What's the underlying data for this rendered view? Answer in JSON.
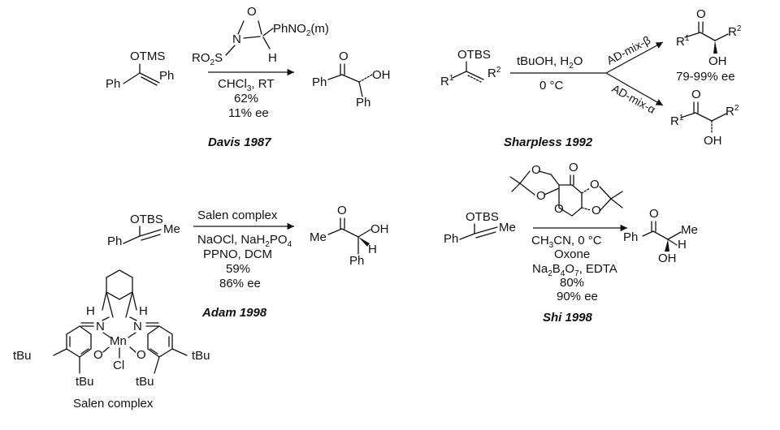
{
  "schemes": [
    {
      "caption": "Davis 1987",
      "sm_otms": "OTMS",
      "sm_ph1": "Ph",
      "sm_ph2": "Ph",
      "reagent_r": "RO",
      "reagent_r_sub": "2",
      "reagent_s": "S",
      "reagent_n": "N",
      "reagent_o": "O",
      "reagent_ph": "PhNO",
      "reagent_ph_sub": "2",
      "reagent_ph_tail": "(m)",
      "reagent_h": "H",
      "conditions": [
        "CHCl3, RT",
        "62%",
        "11% ee"
      ],
      "product_o": "O",
      "product_ph": "Ph",
      "product_oh": "OH",
      "product_ph2": "Ph"
    },
    {
      "caption": "Sharpless 1992",
      "sm_otbs": "OTBS",
      "sm_r1": "R",
      "sm_r1_sup": "1",
      "sm_r2": "R",
      "sm_r2_sup": "2",
      "conditions_top": "tBuOH, H2O",
      "conditions_bottom": "0 °C",
      "branch_top": "AD-mix-β",
      "branch_bottom": "AD-mix-α",
      "product_top": {
        "o": "O",
        "r1": "R",
        "r1_sup": "1",
        "r2": "R",
        "r2_sup": "2",
        "oh": "OH",
        "ee": "79-99% ee"
      },
      "product_bottom": {
        "o": "O",
        "r1": "R",
        "r1_sup": "1",
        "r2": "R",
        "r2_sup": "2",
        "oh": "OH"
      }
    },
    {
      "caption": "Adam 1998",
      "sm_otbs": "OTBS",
      "sm_ph": "Ph",
      "sm_me": "Me",
      "reagent": "Salen complex",
      "conditions": [
        "NaOCl, NaH2PO4",
        "PPNO, DCM",
        "59%",
        "86% ee"
      ],
      "product_o": "O",
      "product_me": "Me",
      "product_oh": "OH",
      "product_h": "H",
      "product_ph": "Ph"
    },
    {
      "caption": "Shi 1998",
      "sm_otbs": "OTBS",
      "sm_ph": "Ph",
      "sm_me": "Me",
      "catalyst_o": "O",
      "conditions": [
        "CH3CN, 0 °C",
        "Oxone",
        "Na2B4O7, EDTA",
        "80%",
        "90% ee"
      ],
      "product_o": "O",
      "product_ph": "Ph",
      "product_me": "Me",
      "product_h": "H",
      "product_oh": "OH"
    }
  ],
  "salen": {
    "caption": "Salen complex",
    "mn": "Mn",
    "cl": "Cl",
    "n_left": "N",
    "n_right": "N",
    "o_left": "O",
    "o_right": "O",
    "h_left": "H",
    "h_right": "H",
    "tbu_left": "tBu",
    "tbu_right": "tBu",
    "tbu_bottom_left": "tBu",
    "tbu_bottom_right": "tBu"
  }
}
